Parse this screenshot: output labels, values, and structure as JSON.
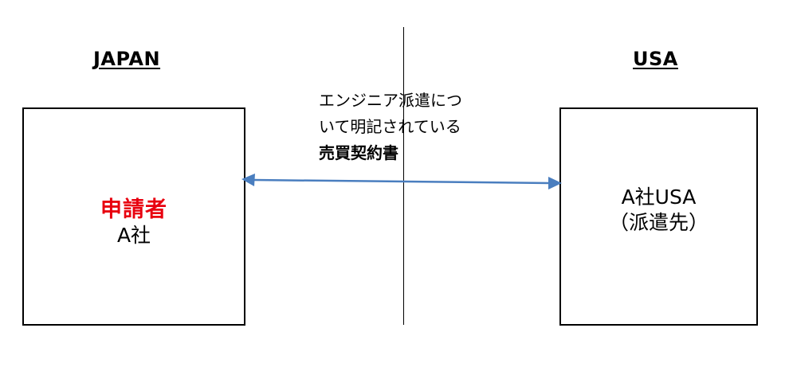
{
  "regions": {
    "left": "JAPAN",
    "right": "USA"
  },
  "applicant": {
    "role": "申請者",
    "name": "A社"
  },
  "dispatch_destination": {
    "name": "A社USA",
    "note": "（派遣先）"
  },
  "contract": {
    "line1": "エンジニア派遣につ",
    "line2": "いて明記されている",
    "title": "売買契約書"
  },
  "colors": {
    "arrow": "#4a7ebf",
    "applicant_role": "#e8000f"
  }
}
